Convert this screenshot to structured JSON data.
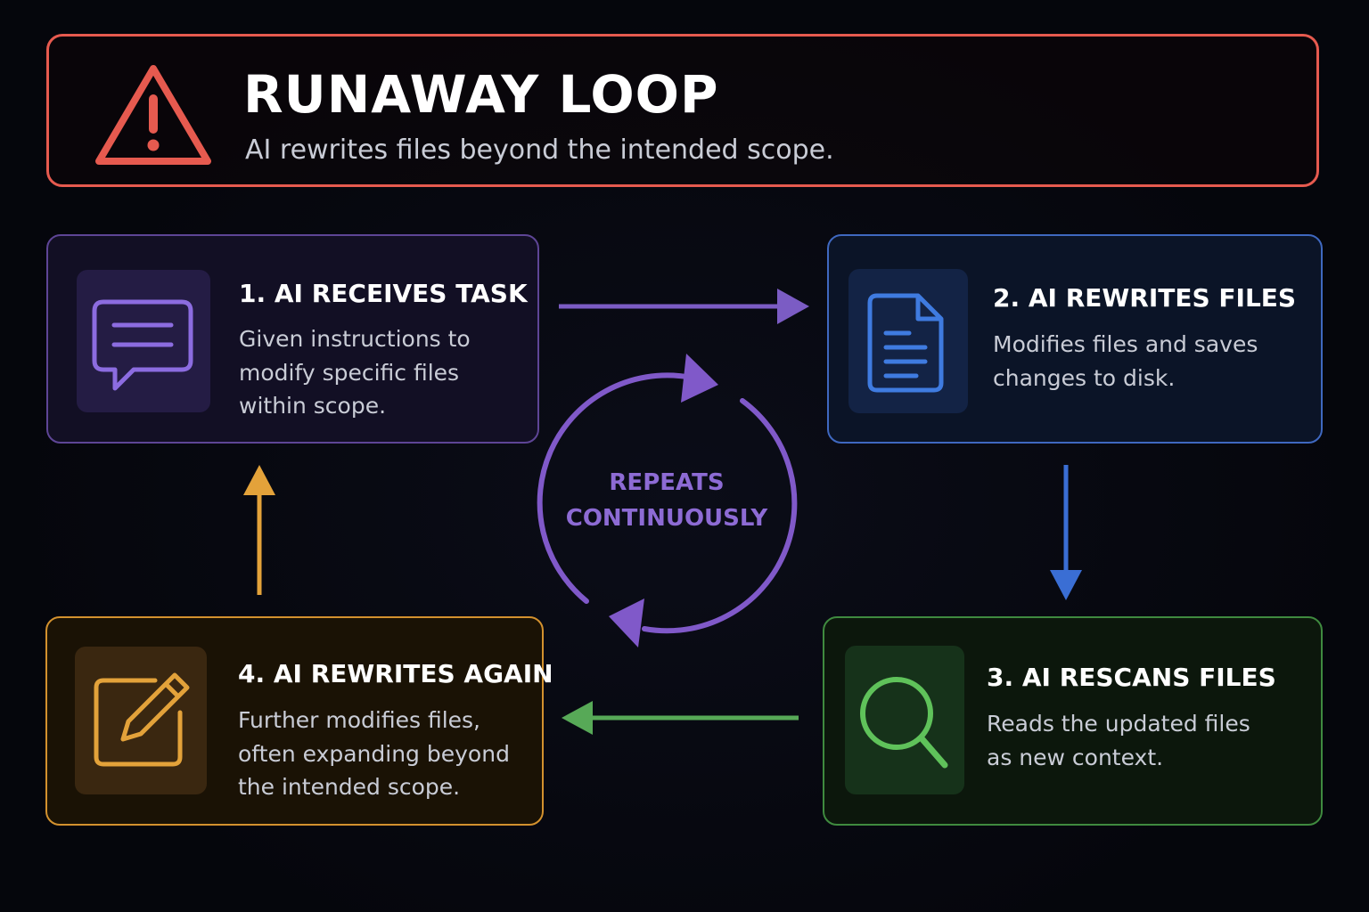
{
  "header": {
    "title": "RUNAWAY LOOP",
    "subtitle": "AI rewrites files beyond the intended scope."
  },
  "steps": [
    {
      "title": "1. AI RECEIVES TASK",
      "description": "Given instructions to\nmodify specific files\nwithin scope.",
      "icon": "chat-bubble-icon",
      "color": "#8c6ce0"
    },
    {
      "title": "2. AI REWRITES FILES",
      "description": "Modifies files and saves\nchanges to disk.",
      "icon": "document-icon",
      "color": "#3f7be0"
    },
    {
      "title": "3. AI RESCANS FILES",
      "description": "Reads the updated files\nas new context.",
      "icon": "magnifier-icon",
      "color": "#5fc25a"
    },
    {
      "title": "4. AI REWRITES AGAIN",
      "description": "Further modifies files,\noften expanding beyond\nthe intended scope.",
      "icon": "edit-pencil-icon",
      "color": "#e3a23a"
    }
  ],
  "cycle": {
    "label": "REPEATS\nCONTINUOUSLY",
    "color": "#8059c9"
  },
  "colors": {
    "warning": "#e65a4f",
    "background": "#05060c"
  }
}
